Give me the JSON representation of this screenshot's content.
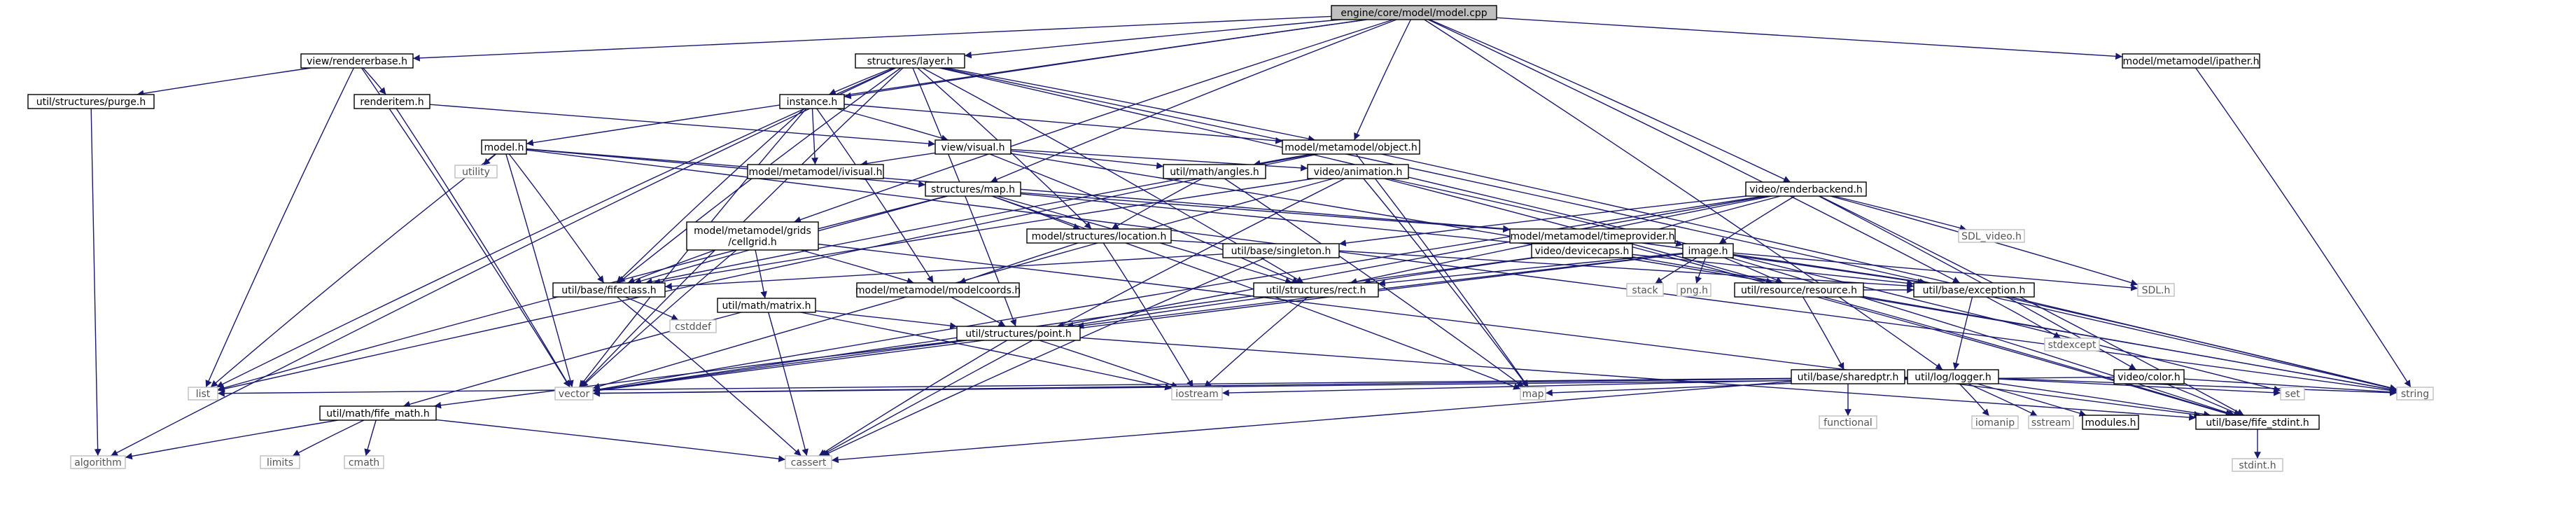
{
  "colors": {
    "edge": "#191970",
    "root_fill": "#bfbfbf",
    "node_fill": "#ffffff",
    "node_border": "#000000",
    "ext_border": "#bfbfbf",
    "ext_text": "#555555",
    "text": "#000000"
  },
  "nodes": [
    {
      "id": "root",
      "label": "engine/core/model/model.cpp",
      "kind": "root"
    },
    {
      "id": "viewrendererbase",
      "label": "view/rendererbase.h",
      "kind": "file"
    },
    {
      "id": "structureslayer",
      "label": "structures/layer.h",
      "kind": "file"
    },
    {
      "id": "ipather",
      "label": "model/metamodel/ipather.h",
      "kind": "file"
    },
    {
      "id": "purge",
      "label": "util/structures/purge.h",
      "kind": "file"
    },
    {
      "id": "renderitem",
      "label": "renderitem.h",
      "kind": "file"
    },
    {
      "id": "instance",
      "label": "instance.h",
      "kind": "file"
    },
    {
      "id": "modelh",
      "label": "model.h",
      "kind": "file"
    },
    {
      "id": "viewvisual",
      "label": "view/visual.h",
      "kind": "file"
    },
    {
      "id": "object",
      "label": "model/metamodel/object.h",
      "kind": "file"
    },
    {
      "id": "utility",
      "label": "utility",
      "kind": "ext"
    },
    {
      "id": "ivisual",
      "label": "model/metamodel/ivisual.h",
      "kind": "file"
    },
    {
      "id": "angles",
      "label": "util/math/angles.h",
      "kind": "file"
    },
    {
      "id": "animation",
      "label": "video/animation.h",
      "kind": "file"
    },
    {
      "id": "structuresmap",
      "label": "structures/map.h",
      "kind": "file"
    },
    {
      "id": "renderbackend",
      "label": "video/renderbackend.h",
      "kind": "file"
    },
    {
      "id": "cellgrid",
      "label": "model/metamodel/grids\n/cellgrid.h",
      "kind": "file"
    },
    {
      "id": "location",
      "label": "model/structures/location.h",
      "kind": "file"
    },
    {
      "id": "timeprovider",
      "label": "model/metamodel/timeprovider.h",
      "kind": "file"
    },
    {
      "id": "sdlvideo",
      "label": "SDL_video.h",
      "kind": "ext"
    },
    {
      "id": "singleton",
      "label": "util/base/singleton.h",
      "kind": "file"
    },
    {
      "id": "devicecaps",
      "label": "video/devicecaps.h",
      "kind": "file"
    },
    {
      "id": "image",
      "label": "image.h",
      "kind": "file"
    },
    {
      "id": "fifeclass",
      "label": "util/base/fifeclass.h",
      "kind": "file"
    },
    {
      "id": "matrix",
      "label": "util/math/matrix.h",
      "kind": "file"
    },
    {
      "id": "modelcoords",
      "label": "model/metamodel/modelcoords.h",
      "kind": "file"
    },
    {
      "id": "rect",
      "label": "util/structures/rect.h",
      "kind": "file"
    },
    {
      "id": "stack",
      "label": "stack",
      "kind": "ext"
    },
    {
      "id": "pngh",
      "label": "png.h",
      "kind": "ext"
    },
    {
      "id": "resource",
      "label": "util/resource/resource.h",
      "kind": "file"
    },
    {
      "id": "exception",
      "label": "util/base/exception.h",
      "kind": "file"
    },
    {
      "id": "sdlh",
      "label": "SDL.h",
      "kind": "ext"
    },
    {
      "id": "cstddef",
      "label": "cstddef",
      "kind": "ext"
    },
    {
      "id": "point",
      "label": "util/structures/point.h",
      "kind": "file"
    },
    {
      "id": "sharedptr",
      "label": "util/base/sharedptr.h",
      "kind": "file"
    },
    {
      "id": "stdexcept",
      "label": "stdexcept",
      "kind": "ext"
    },
    {
      "id": "logger",
      "label": "util/log/logger.h",
      "kind": "file"
    },
    {
      "id": "color",
      "label": "video/color.h",
      "kind": "file"
    },
    {
      "id": "list",
      "label": "list",
      "kind": "ext"
    },
    {
      "id": "fifemath",
      "label": "util/math/fife_math.h",
      "kind": "file"
    },
    {
      "id": "vector",
      "label": "vector",
      "kind": "ext"
    },
    {
      "id": "iostream",
      "label": "iostream",
      "kind": "ext"
    },
    {
      "id": "map",
      "label": "map",
      "kind": "ext"
    },
    {
      "id": "functional",
      "label": "functional",
      "kind": "ext"
    },
    {
      "id": "iomanip",
      "label": "iomanip",
      "kind": "ext"
    },
    {
      "id": "sstream",
      "label": "sstream",
      "kind": "ext"
    },
    {
      "id": "modulesh",
      "label": "modules.h",
      "kind": "file"
    },
    {
      "id": "stdint",
      "label": "util/base/fife_stdint.h",
      "kind": "file"
    },
    {
      "id": "set",
      "label": "set",
      "kind": "ext"
    },
    {
      "id": "string",
      "label": "string",
      "kind": "ext"
    },
    {
      "id": "algorithm",
      "label": "algorithm",
      "kind": "ext"
    },
    {
      "id": "limits",
      "label": "limits",
      "kind": "ext"
    },
    {
      "id": "cmath",
      "label": "cmath",
      "kind": "ext"
    },
    {
      "id": "cassert",
      "label": "cassert",
      "kind": "ext"
    },
    {
      "id": "stdinth",
      "label": "stdint.h",
      "kind": "ext"
    }
  ],
  "edges": [
    [
      "root",
      "viewrendererbase"
    ],
    [
      "root",
      "structureslayer"
    ],
    [
      "root",
      "ipather"
    ],
    [
      "root",
      "instance"
    ],
    [
      "root",
      "modelh"
    ],
    [
      "root",
      "object"
    ],
    [
      "root",
      "structuresmap"
    ],
    [
      "root",
      "renderbackend"
    ],
    [
      "root",
      "cellgrid"
    ],
    [
      "root",
      "exception"
    ],
    [
      "root",
      "logger"
    ],
    [
      "viewrendererbase",
      "purge"
    ],
    [
      "viewrendererbase",
      "renderitem"
    ],
    [
      "viewrendererbase",
      "list"
    ],
    [
      "viewrendererbase",
      "vector"
    ],
    [
      "structureslayer",
      "instance"
    ],
    [
      "structureslayer",
      "object"
    ],
    [
      "structureslayer",
      "location"
    ],
    [
      "structureslayer",
      "fifeclass"
    ],
    [
      "structureslayer",
      "rect"
    ],
    [
      "structureslayer",
      "algorithm"
    ],
    [
      "structureslayer",
      "vector"
    ],
    [
      "structureslayer",
      "set"
    ],
    [
      "structureslayer",
      "string"
    ],
    [
      "structureslayer",
      "point"
    ],
    [
      "structureslayer",
      "list"
    ],
    [
      "ipather",
      "string"
    ],
    [
      "purge",
      "algorithm"
    ],
    [
      "renderitem",
      "viewvisual"
    ],
    [
      "renderitem",
      "vector"
    ],
    [
      "instance",
      "viewvisual"
    ],
    [
      "instance",
      "object"
    ],
    [
      "instance",
      "ivisual"
    ],
    [
      "instance",
      "fifeclass"
    ],
    [
      "instance",
      "modelcoords"
    ],
    [
      "instance",
      "vector"
    ],
    [
      "modelh",
      "utility"
    ],
    [
      "modelh",
      "list"
    ],
    [
      "modelh",
      "vector"
    ],
    [
      "modelh",
      "fifeclass"
    ],
    [
      "modelh",
      "structuresmap"
    ],
    [
      "modelh",
      "timeprovider"
    ],
    [
      "modelh",
      "string"
    ],
    [
      "viewvisual",
      "ivisual"
    ],
    [
      "viewvisual",
      "angles"
    ],
    [
      "viewvisual",
      "animation"
    ],
    [
      "viewvisual",
      "rect"
    ],
    [
      "viewvisual",
      "string"
    ],
    [
      "object",
      "angles"
    ],
    [
      "object",
      "map"
    ],
    [
      "object",
      "fifeclass"
    ],
    [
      "object",
      "string"
    ],
    [
      "object",
      "list"
    ],
    [
      "angles",
      "location"
    ],
    [
      "angles",
      "map"
    ],
    [
      "animation",
      "image"
    ],
    [
      "animation",
      "map"
    ],
    [
      "animation",
      "fifeclass"
    ],
    [
      "animation",
      "resource"
    ],
    [
      "animation",
      "vector"
    ],
    [
      "animation",
      "cassert"
    ],
    [
      "structuresmap",
      "location"
    ],
    [
      "structuresmap",
      "timeprovider"
    ],
    [
      "structuresmap",
      "rect"
    ],
    [
      "structuresmap",
      "exception"
    ],
    [
      "structuresmap",
      "fifeclass"
    ],
    [
      "structuresmap",
      "list"
    ],
    [
      "structuresmap",
      "map"
    ],
    [
      "renderbackend",
      "image"
    ],
    [
      "renderbackend",
      "devicecaps"
    ],
    [
      "renderbackend",
      "singleton"
    ],
    [
      "renderbackend",
      "color"
    ],
    [
      "renderbackend",
      "point"
    ],
    [
      "renderbackend",
      "rect"
    ],
    [
      "renderbackend",
      "stdint"
    ],
    [
      "renderbackend",
      "sdlvideo"
    ],
    [
      "renderbackend",
      "sdlh"
    ],
    [
      "renderbackend",
      "vector"
    ],
    [
      "cellgrid",
      "matrix"
    ],
    [
      "cellgrid",
      "modelcoords"
    ],
    [
      "cellgrid",
      "fifeclass"
    ],
    [
      "cellgrid",
      "stdint"
    ],
    [
      "cellgrid",
      "vector"
    ],
    [
      "location",
      "modelcoords"
    ],
    [
      "location",
      "iostream"
    ],
    [
      "location",
      "exception"
    ],
    [
      "timeprovider",
      "exception"
    ],
    [
      "timeprovider",
      "stdint"
    ],
    [
      "singleton",
      "cassert"
    ],
    [
      "singleton",
      "fifeclass"
    ],
    [
      "devicecaps",
      "rect"
    ],
    [
      "devicecaps",
      "string"
    ],
    [
      "devicecaps",
      "vector"
    ],
    [
      "image",
      "rect"
    ],
    [
      "image",
      "resource"
    ],
    [
      "image",
      "point"
    ],
    [
      "image",
      "stack"
    ],
    [
      "image",
      "pngh"
    ],
    [
      "image",
      "sdlh"
    ],
    [
      "image",
      "exception"
    ],
    [
      "image",
      "stdint"
    ],
    [
      "image",
      "vector"
    ],
    [
      "fifeclass",
      "cstddef"
    ],
    [
      "fifeclass",
      "cassert"
    ],
    [
      "matrix",
      "fifemath"
    ],
    [
      "matrix",
      "point"
    ],
    [
      "matrix",
      "cassert"
    ],
    [
      "matrix",
      "iostream"
    ],
    [
      "modelcoords",
      "point"
    ],
    [
      "rect",
      "point"
    ],
    [
      "rect",
      "iostream"
    ],
    [
      "resource",
      "exception"
    ],
    [
      "resource",
      "stdint"
    ],
    [
      "resource",
      "sharedptr"
    ],
    [
      "exception",
      "logger"
    ],
    [
      "exception",
      "string"
    ],
    [
      "exception",
      "stdexcept"
    ],
    [
      "point",
      "fifemath"
    ],
    [
      "point",
      "iostream"
    ],
    [
      "point",
      "cassert"
    ],
    [
      "point",
      "vector"
    ],
    [
      "point",
      "stdint"
    ],
    [
      "sharedptr",
      "cassert"
    ],
    [
      "sharedptr",
      "functional"
    ],
    [
      "logger",
      "iomanip"
    ],
    [
      "logger",
      "iostream"
    ],
    [
      "logger",
      "list"
    ],
    [
      "logger",
      "map"
    ],
    [
      "logger",
      "set"
    ],
    [
      "logger",
      "sstream"
    ],
    [
      "logger",
      "string"
    ],
    [
      "logger",
      "vector"
    ],
    [
      "logger",
      "modulesh"
    ],
    [
      "logger",
      "stdint"
    ],
    [
      "color",
      "stdint"
    ],
    [
      "color",
      "string"
    ],
    [
      "color",
      "vector"
    ],
    [
      "fifemath",
      "algorithm"
    ],
    [
      "fifemath",
      "limits"
    ],
    [
      "fifemath",
      "cmath"
    ],
    [
      "fifemath",
      "cassert"
    ],
    [
      "stdint",
      "stdinth"
    ]
  ]
}
